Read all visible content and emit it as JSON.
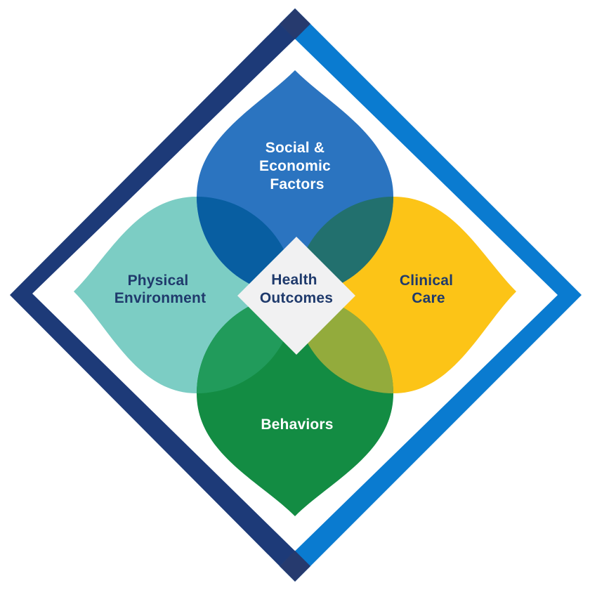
{
  "colors": {
    "frame_left": "#1d3a78",
    "frame_right": "#0a7bd0",
    "frame_corner": "#263a6e",
    "social": "#2b74c0",
    "physical": "#7ccdc4",
    "clinical": "#fcc417",
    "behaviors": "#138c43",
    "overlap_social_physical": "#085ea1",
    "overlap_social_clinical": "#22706e",
    "overlap_physical_behaviors": "#219b5b",
    "overlap_clinical_behaviors": "#93ab3c",
    "center": "#f1f1f2",
    "text_light": "#ffffff",
    "text_dark": "#1f3a6c"
  },
  "labels": {
    "social": [
      "Social &",
      "Economic",
      "Factors"
    ],
    "physical": [
      "Physical",
      "Environment"
    ],
    "clinical": [
      "Clinical",
      "Care"
    ],
    "behaviors": [
      "Behaviors"
    ],
    "center": [
      "Health",
      "Outcomes"
    ]
  }
}
